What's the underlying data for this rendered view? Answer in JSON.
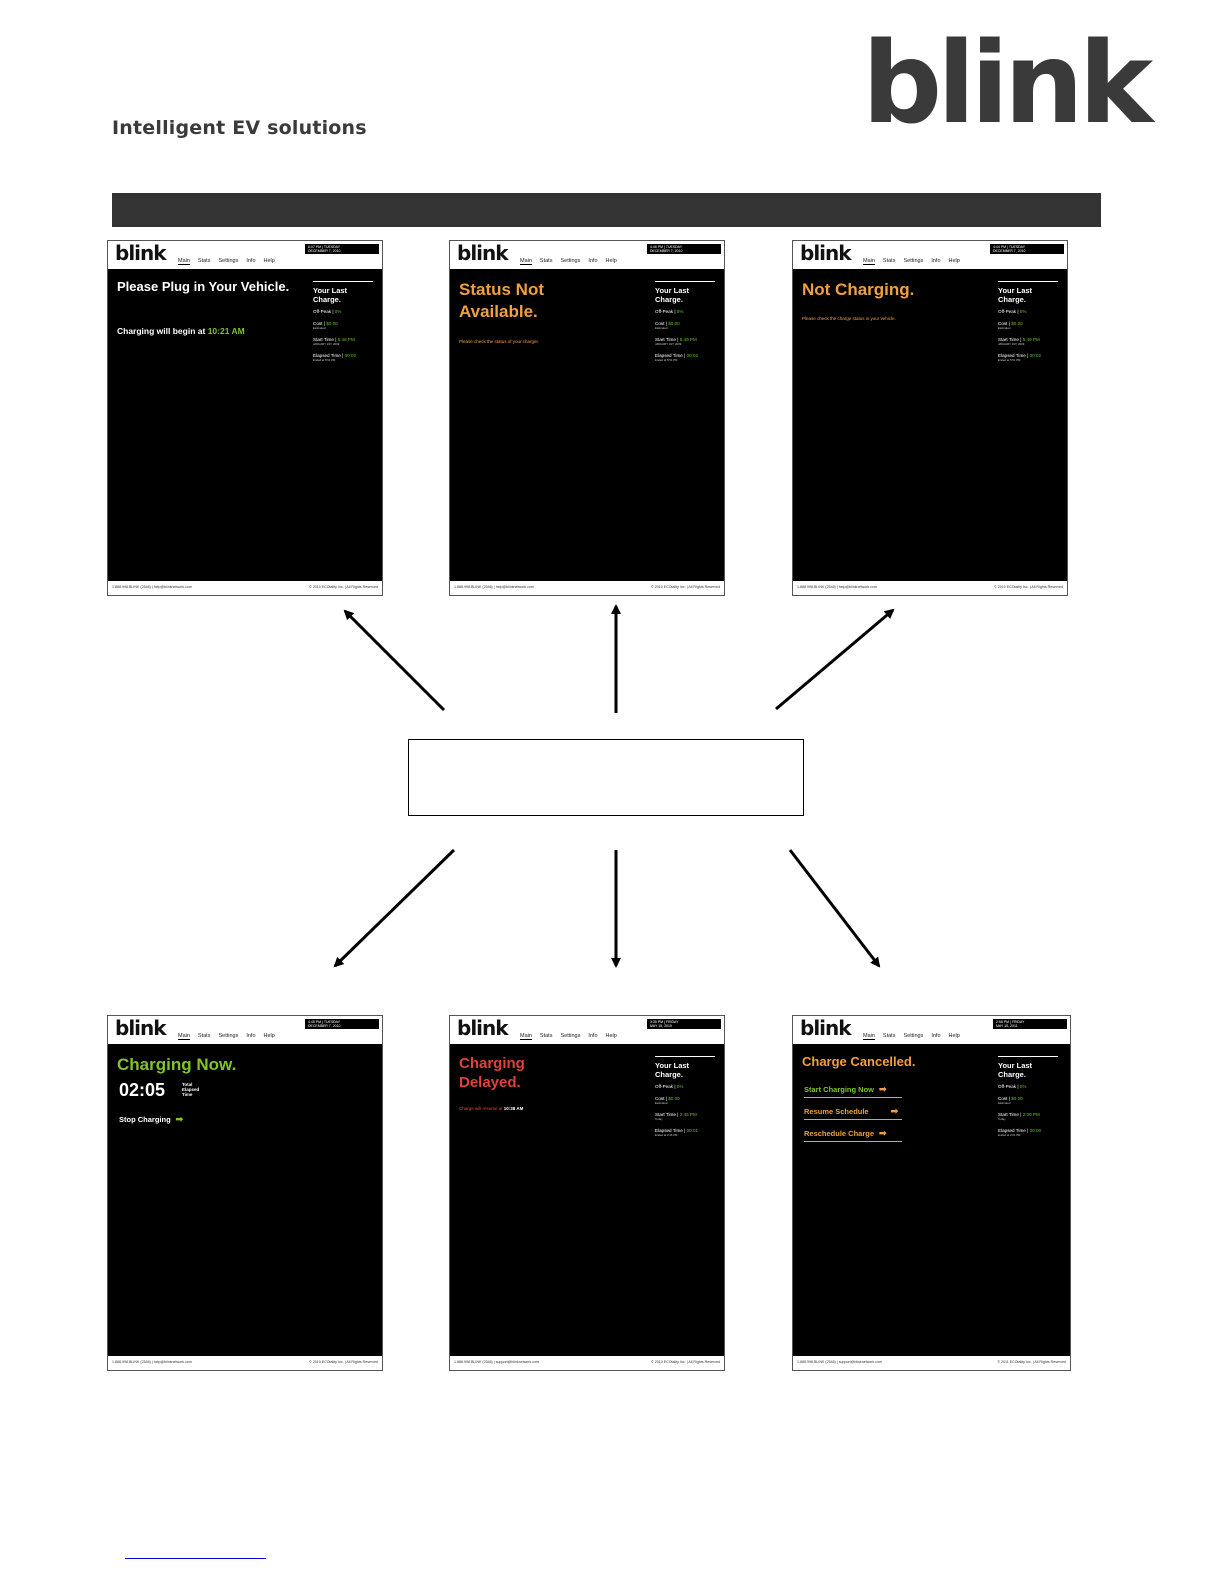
{
  "header": {
    "tagline": "Intelligent EV solutions",
    "logo_text": "blink"
  },
  "screens": [
    {
      "logo": "blink",
      "nav": [
        "Main",
        "Stats",
        "Settings",
        "Info",
        "Help"
      ],
      "date_line1": "6:07 PM | TUESDAY",
      "date_line2": "DECEMBER 7, 2010",
      "headline": "Please Plug in Your Vehicle.",
      "message_prefix": "Charging will begin at",
      "message_time": "10:21 AM",
      "side_title": "Your Last Charge.",
      "off_peak_label": "Off-Peak |",
      "off_peak_value": "0%",
      "cost_label": "Cost |",
      "cost_value": "$0.00",
      "cost_sub": "Estimated",
      "start_label": "Start Time |",
      "start_value": "5:48 PM",
      "start_sub": "JANUARY 1ST, 2009",
      "elapsed_label": "Elapsed Time |",
      "elapsed_value": "00:02",
      "elapsed_sub": "Ended at 5:51 PM",
      "footer_left": "1.888.998.BLINK (2546) | help@blinknetwork.com",
      "footer_right": "© 2010 ECOtality Inc. | All Rights Reserved"
    },
    {
      "logo": "blink",
      "nav": [
        "Main",
        "Stats",
        "Settings",
        "Info",
        "Help"
      ],
      "date_line1": "4:46 PM | TUESDAY",
      "date_line2": "DECEMBER 7, 2010",
      "headline": "Status Not Available.",
      "message": "Please check the status of your charger.",
      "side_title": "Your Last Charge.",
      "off_peak_label": "Off-Peak |",
      "off_peak_value": "0%",
      "cost_label": "Cost |",
      "cost_value": "$0.00",
      "cost_sub": "Estimated",
      "start_label": "Start Time |",
      "start_value": "5:49 PM",
      "start_sub": "JANUARY 1ST, 2009",
      "elapsed_label": "Elapsed Time |",
      "elapsed_value": "00:02",
      "elapsed_sub": "Ended at 5:51 PM",
      "footer_left": "1.888.998.BLINK (2546) | help@blinknetwork.com",
      "footer_right": "© 2010 ECOtality Inc. | All Rights Reserved"
    },
    {
      "logo": "blink",
      "nav": [
        "Main",
        "Stats",
        "Settings",
        "Info",
        "Help"
      ],
      "date_line1": "4:44 PM | TUESDAY",
      "date_line2": "DECEMBER 7, 2010",
      "headline": "Not Charging.",
      "message": "Please check the charge status in your vehicle.",
      "side_title": "Your Last Charge.",
      "off_peak_label": "Off-Peak |",
      "off_peak_value": "0%",
      "cost_label": "Cost |",
      "cost_value": "$0.00",
      "cost_sub": "Estimated",
      "start_label": "Start Time |",
      "start_value": "5:49 PM",
      "start_sub": "JANUARY 1ST, 2009",
      "elapsed_label": "Elapsed Time |",
      "elapsed_value": "00:02",
      "elapsed_sub": "Ended at 5:51 PM",
      "footer_left": "1.888.998.BLINK (2546) | help@blinknetwork.com",
      "footer_right": "© 2010 ECOtality Inc. | All Rights Reserved"
    },
    {
      "logo": "blink",
      "nav": [
        "Main",
        "Stats",
        "Settings",
        "Info",
        "Help"
      ],
      "date_line1": "4:45 PM | TUESDAY",
      "date_line2": "DECEMBER 7, 2010",
      "headline": "Charging Now.",
      "timer": "02:05",
      "timer_label": "Total Elapsed Time",
      "action_stop": "Stop Charging",
      "footer_left": "1.888.998.BLINK (2546) | help@blinknetwork.com",
      "footer_right": "© 2010 ECOtality Inc. | All Rights Reserved"
    },
    {
      "logo": "blink",
      "nav": [
        "Main",
        "Stats",
        "Settings",
        "Info",
        "Help"
      ],
      "date_line1": "3:35 PM | FRIDAY",
      "date_line2": "MAY 15, 2010",
      "headline": "Charging Delayed.",
      "message_prefix": "Charge will resume at",
      "message_time": "10:38 AM",
      "side_title": "Your Last Charge.",
      "off_peak_label": "Off-Peak |",
      "off_peak_value": "0%",
      "cost_label": "Cost |",
      "cost_value": "$0.00",
      "cost_sub": "Estimated",
      "start_label": "Start Time |",
      "start_value": "2:45 PM",
      "start_sub": "Today",
      "elapsed_label": "Elapsed Time |",
      "elapsed_value": "00:01",
      "elapsed_sub": "Ended at 2:46 PM",
      "footer_left": "1.888.998.BLINK (2546) | support@blinknetwork.com",
      "footer_right": "© 2010 ECOtality Inc. | All Rights Reserved"
    },
    {
      "logo": "blink",
      "nav": [
        "Main",
        "Stats",
        "Settings",
        "Info",
        "Help"
      ],
      "date_line1": "2:58 PM | FRIDAY",
      "date_line2": "MAY 15, 2011",
      "headline": "Charge Cancelled.",
      "action_start": "Start Charging Now",
      "action_resume": "Resume Schedule",
      "action_reschedule": "Reschedule Charge",
      "side_title": "Your Last Charge.",
      "off_peak_label": "Off-Peak |",
      "off_peak_value": "0%",
      "cost_label": "Cost |",
      "cost_value": "$0.00",
      "cost_sub": "Estimated",
      "start_label": "Start Time |",
      "start_value": "2:00 PM",
      "start_sub": "Today",
      "elapsed_label": "Elapsed Time |",
      "elapsed_value": "00:00",
      "elapsed_sub": "Ended at 2:01 PM",
      "footer_left": "1.888.998.BLINK (2546) | support@blinknetwork.com",
      "footer_right": "© 2011 ECOtality Inc. | All Rights Reserved"
    }
  ],
  "colors": {
    "banner": "#333333",
    "green": "#7fc42b",
    "orange": "#f0a040",
    "red": "#e0413a"
  }
}
